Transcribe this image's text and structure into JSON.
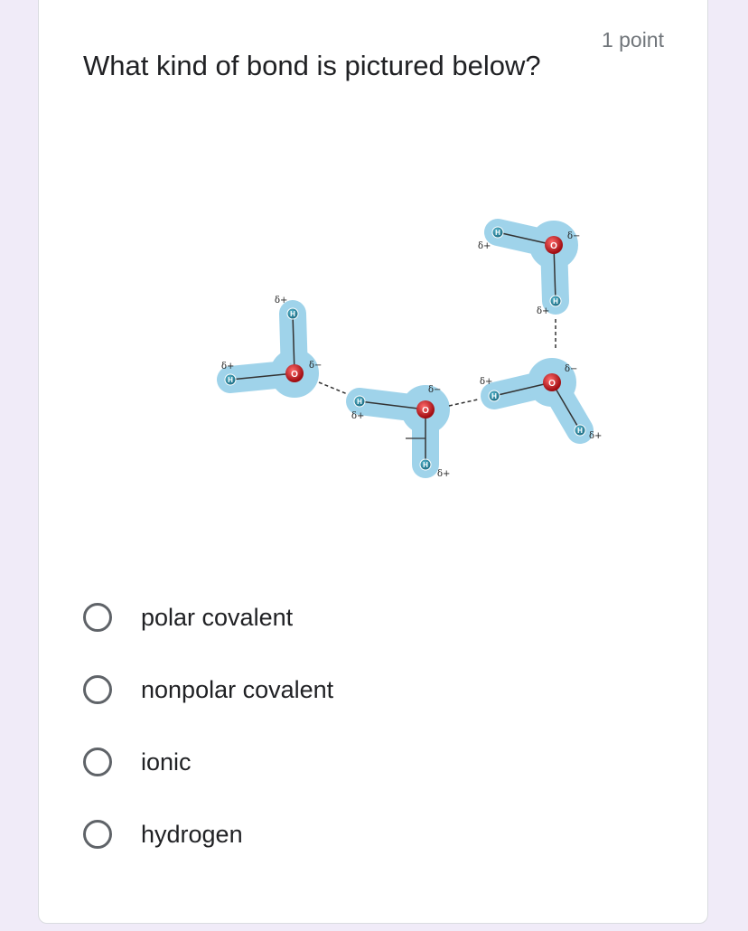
{
  "question": {
    "points": "1 point",
    "title": "What kind of bond is pictured below?"
  },
  "figure": {
    "atom_labels": {
      "hydrogen": "H",
      "oxygen": "O"
    },
    "partial_charges": {
      "positive": "δ+",
      "negative": "δ−"
    },
    "colors": {
      "water_shell": "#9fd3ea",
      "oxygen": "#c4161c",
      "hydrogen": "#2a7d95",
      "bond": "#333333"
    }
  },
  "options": [
    {
      "label": "polar covalent"
    },
    {
      "label": "nonpolar covalent"
    },
    {
      "label": "ionic"
    },
    {
      "label": "hydrogen"
    }
  ]
}
